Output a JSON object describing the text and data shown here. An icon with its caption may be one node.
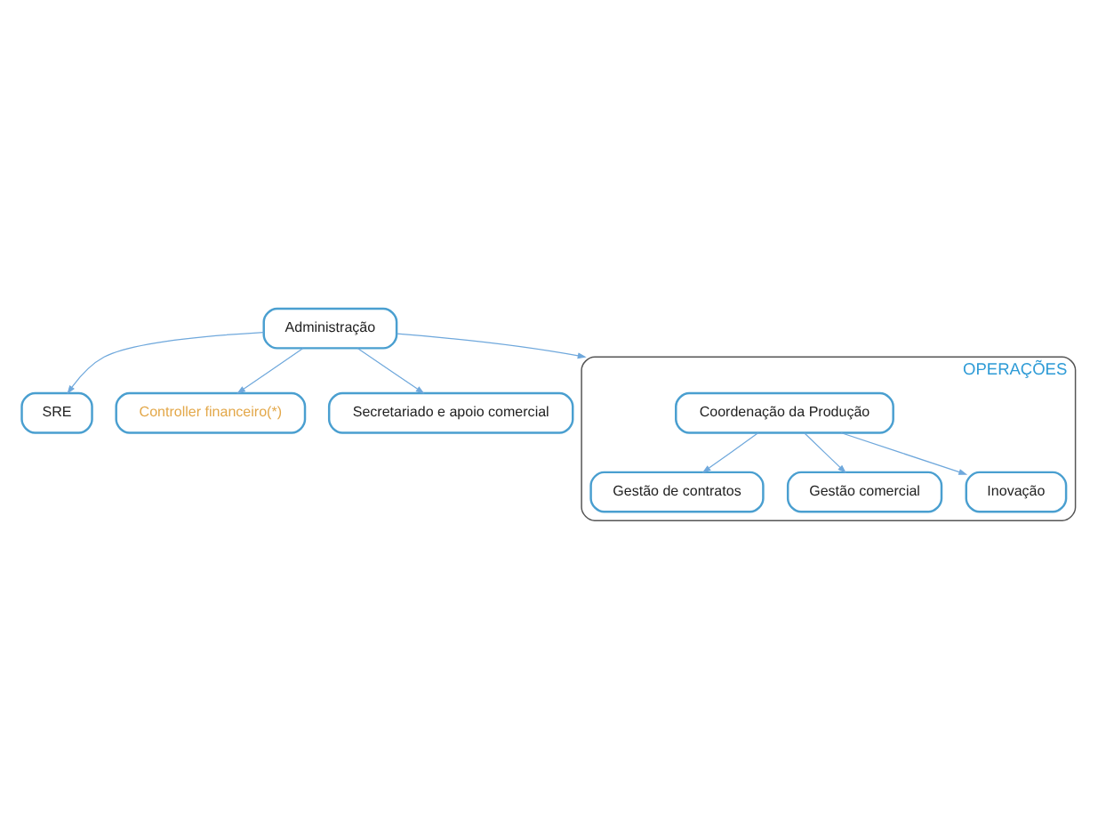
{
  "diagram": {
    "nodes": [
      {
        "text": [
          "Administração"
        ]
      },
      {
        "text": [
          "SRE"
        ]
      },
      {
        "text": [
          "Controller financeiro(*)"
        ]
      },
      {
        "text": [
          "Secretariado e apoio comercial"
        ]
      },
      {
        "text": [
          "OPERAÇÕES"
        ]
      },
      {
        "text": [
          "Coordenação da Produção"
        ],
        "in": 4
      },
      {
        "text": [
          "Gestão de contratos"
        ],
        "in": 4
      },
      {
        "text": [
          "Gestão comercial"
        ],
        "in": 4
      },
      {
        "text": [
          "Inovação"
        ],
        "in": 4
      }
    ],
    "edges": [
      {
        "from": 0,
        "to": 1,
        "arrow": "to"
      },
      {
        "from": 0,
        "to": 2,
        "arrow": "to"
      },
      {
        "from": 0,
        "to": 3,
        "arrow": "to"
      },
      {
        "from": 0,
        "to": 4,
        "arrow": "to"
      },
      {
        "from": 5,
        "to": 6,
        "arrow": "to"
      },
      {
        "from": 5,
        "to": 7,
        "arrow": "to"
      },
      {
        "from": 5,
        "to": 8,
        "arrow": "to"
      }
    ]
  }
}
